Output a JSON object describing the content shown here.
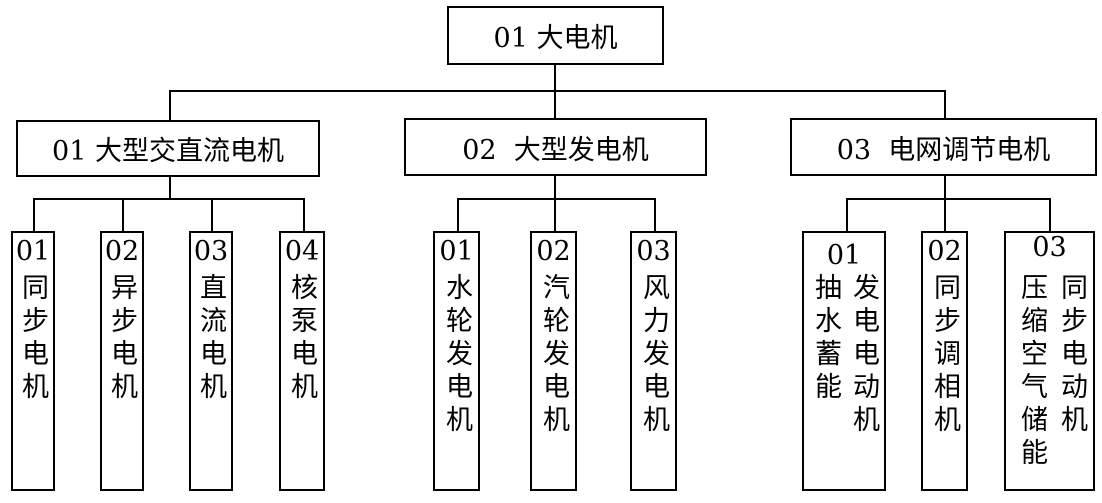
{
  "root": {
    "label": "01 大电机"
  },
  "categories": [
    {
      "label": "01 大型交直流电机",
      "children": [
        {
          "num": "01",
          "text": "同步电机"
        },
        {
          "num": "02",
          "text": "异步电机"
        },
        {
          "num": "03",
          "text": "直流电机"
        },
        {
          "num": "04",
          "text": "核泵电机"
        }
      ]
    },
    {
      "label": "02  大型发电机",
      "children": [
        {
          "num": "01",
          "text": "水轮发电机"
        },
        {
          "num": "02",
          "text": "汽轮发电机"
        },
        {
          "num": "03",
          "text": "风力发电机"
        }
      ]
    },
    {
      "label": "03  电网调节电机",
      "children": [
        {
          "num": "01",
          "col1": "发电电动机",
          "col2": "抽水蓄能"
        },
        {
          "num": "02",
          "text": "同步调相机"
        },
        {
          "num": "03",
          "col1": "同步电动机",
          "col2": "压缩空气储能"
        }
      ]
    }
  ]
}
